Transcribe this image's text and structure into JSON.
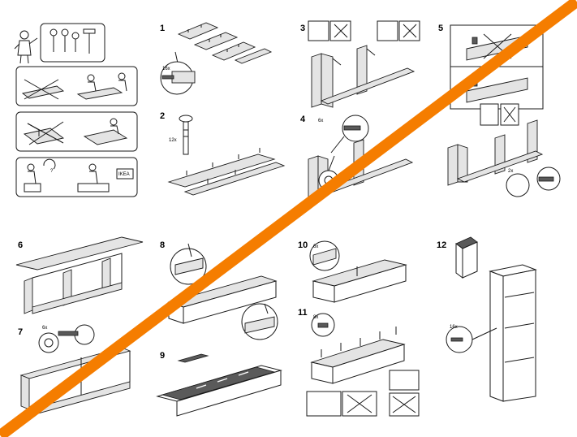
{
  "steps": [
    {
      "number": "1",
      "quantity": "16x"
    },
    {
      "number": "2",
      "quantity": "12x"
    },
    {
      "number": "3"
    },
    {
      "number": "4",
      "quantity": "6x"
    },
    {
      "number": "5",
      "quantity": "2x"
    },
    {
      "number": "6"
    },
    {
      "number": "7",
      "quantity": "6x"
    },
    {
      "number": "8"
    },
    {
      "number": "9"
    },
    {
      "number": "10",
      "quantity": "6x"
    },
    {
      "number": "11",
      "quantity": "8x"
    },
    {
      "number": "12",
      "quantity": "16x"
    }
  ],
  "intro_panels": {
    "help_mark": "?",
    "call_sign": "IKEA"
  },
  "overlay": {
    "color": "#f57d00"
  },
  "colors": {
    "line": "#1a1a1a",
    "panel_fill": "#e4e4e4",
    "background": "#ffffff"
  }
}
